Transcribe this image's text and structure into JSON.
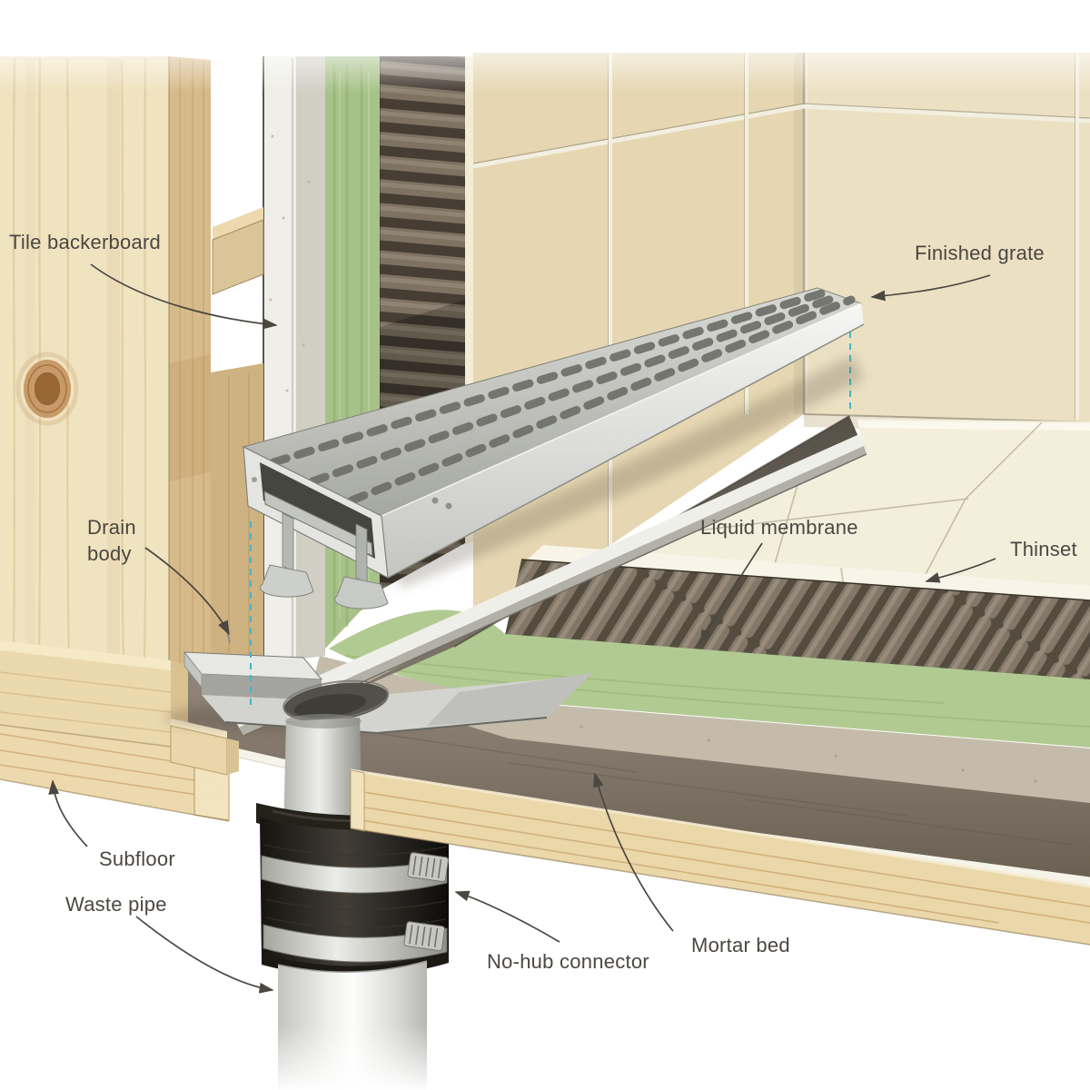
{
  "diagram": {
    "labels": {
      "tile_backerboard": "Tile backerboard",
      "finished_grate": "Finished grate",
      "drain_body": "Drain body",
      "liquid_membrane": "Liquid membrane",
      "thinset": "Thinset",
      "subfloor": "Subfloor",
      "waste_pipe": "Waste pipe",
      "no_hub_connector": "No-hub connector",
      "mortar_bed": "Mortar bed"
    },
    "colors": {
      "label_text": "#4b4741",
      "arrow": "#4b4741",
      "membrane_green": "#a7c289",
      "stud_wood": "#f0e3c0",
      "framing_tan": "#d8bc8d",
      "wall_tile": "#e6d7b2",
      "floor_tile": "#f4eedd",
      "thinset_mortar": "#5a5045",
      "mortar_bed": "#7c7164",
      "metal": "#d9dad6",
      "pipe": "#efefed",
      "no_hub_rubber": "#2a2723",
      "alignment_guide": "#43b7c6"
    }
  }
}
